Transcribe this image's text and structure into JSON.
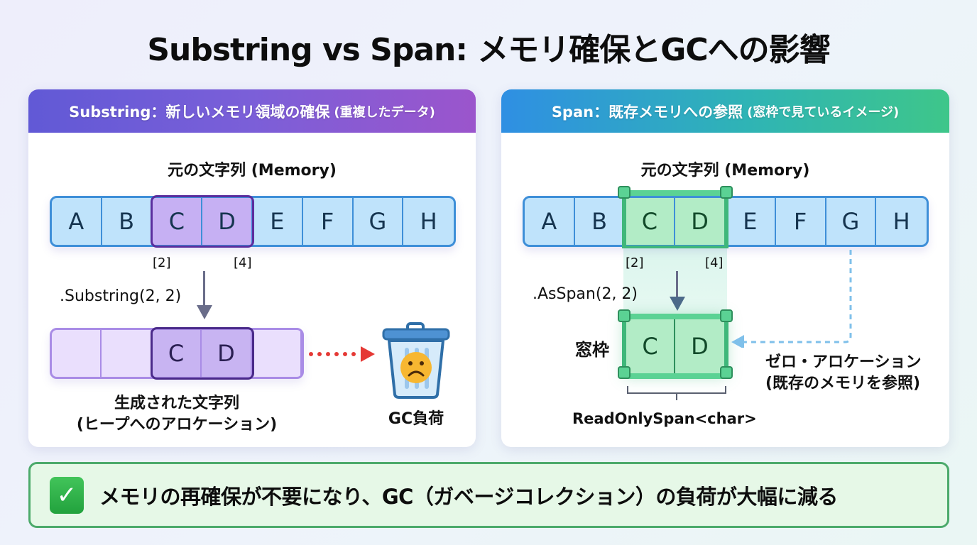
{
  "title": "Substring vs Span: メモリ確保とGCへの影響",
  "left_panel": {
    "header": "Substring：新しいメモリ領域の確保",
    "header_paren": "(重複したデータ)",
    "memory_label": "元の文字列 (Memory)",
    "cells": [
      "A",
      "B",
      "C",
      "D",
      "E",
      "F",
      "G",
      "H"
    ],
    "index_start": "[2]",
    "index_end": "[4]",
    "method": ".Substring(2, 2)",
    "result_cells": [
      "",
      "",
      "C",
      "D",
      ""
    ],
    "result_label_line1": "生成された文字列",
    "result_label_line2": "(ヒープへのアロケーション)",
    "gc_label": "GC負荷",
    "gc_icon": "trash-can-sad-face-icon"
  },
  "right_panel": {
    "header": "Span：既存メモリへの参照",
    "header_paren": "(窓枠で見ているイメージ)",
    "memory_label": "元の文字列 (Memory)",
    "cells": [
      "A",
      "B",
      "C",
      "D",
      "E",
      "F",
      "G",
      "H"
    ],
    "index_start": "[2]",
    "index_end": "[4]",
    "method": ".AsSpan(2, 2)",
    "window_label": "窓枠",
    "window_cells": [
      "C",
      "D"
    ],
    "type_label": "ReadOnlySpan<char>",
    "zero_alloc_line1": "ゼロ・アロケーション",
    "zero_alloc_line2": "(既存のメモリを参照)"
  },
  "summary": {
    "icon": "check-mark-icon",
    "text": "メモリの再確保が不要になり、GC（ガベージコレクション）の負荷が大幅に減る"
  },
  "colors": {
    "substring_accent": "#7b5fd8",
    "span_accent": "#3fb77a",
    "memory_blue": "#3e8fd8",
    "gc_arrow": "#e53935"
  }
}
